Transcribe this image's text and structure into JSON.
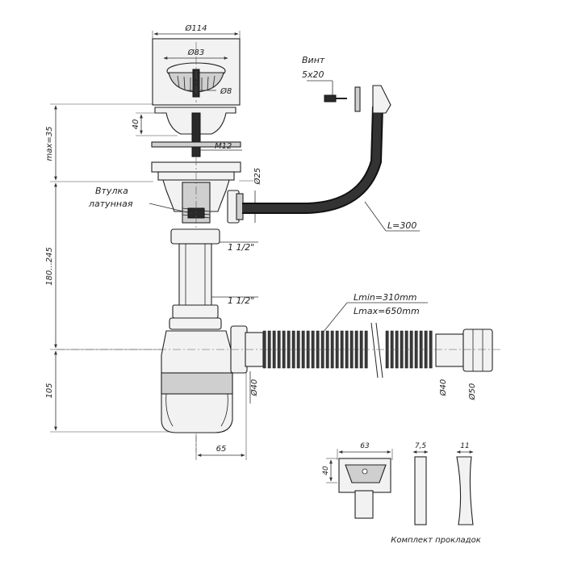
{
  "drawing": {
    "labels": {
      "d114": "Ø114",
      "d83": "Ø83",
      "d8": "Ø8",
      "screw_title": "Винт",
      "screw_size": "5x20",
      "h40": "40",
      "max35": "max=35",
      "m12": "M12",
      "d25": "Ø25",
      "bushing_1": "Втулка",
      "bushing_2": "латунная",
      "hose_length": "L=300",
      "thread_upper": "1 1/2\"",
      "thread_lower": "1 1/2\"",
      "range_180_245": "180...245",
      "lmin": "Lmin=310mm",
      "lmax": "Lmax=650mm",
      "d40_siphon": "Ø40",
      "d40_pipe": "Ø40",
      "d50": "Ø50",
      "h105": "105",
      "w65": "65",
      "gasket_w63": "63",
      "gasket_h40": "40",
      "gasket_t75": "7,5",
      "gasket_t11": "11",
      "gasket_caption": "Комплект прокладок"
    }
  }
}
